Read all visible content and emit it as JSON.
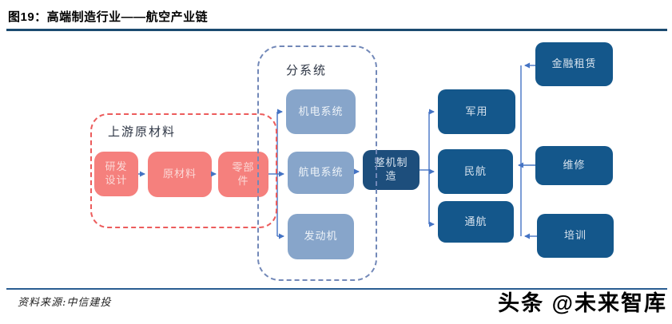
{
  "header": {
    "title": "图19：高端制造行业——航空产业链"
  },
  "diagram": {
    "upstream_group": {
      "label": "上游原材料"
    },
    "subsystem_group": {
      "label": "分系统"
    },
    "nodes": {
      "rd": {
        "lines": [
          "研发",
          "设计"
        ]
      },
      "raw_material": {
        "label": "原材料"
      },
      "parts": {
        "lines": [
          "零部",
          "件"
        ]
      },
      "mech_system": {
        "label": "机电系统"
      },
      "avionics_system": {
        "label": "航电系统"
      },
      "engine": {
        "label": "发动机"
      },
      "assembly": {
        "lines": [
          "整机制",
          "造"
        ]
      },
      "military": {
        "label": "军用"
      },
      "civil_aviation": {
        "label": "民航"
      },
      "general_aviation": {
        "label": "通航"
      },
      "financial_leasing": {
        "label": "金融租赁"
      },
      "maintenance": {
        "label": "维修"
      },
      "training": {
        "label": "培训"
      }
    },
    "colors": {
      "salmon_node": "#f5807d",
      "steel_blue_node": "#87a5ca",
      "dark_blue_node": "#14578b",
      "assembly_node": "#1d4e7c",
      "red_dashed_border": "#ec5c5c",
      "blue_dashed_border": "#7288b8",
      "connector": "#4473c4",
      "title_rule": "#1b4a70",
      "footer_rule": "#2a5d92"
    }
  },
  "footer": {
    "source": "资料来源:中信建投",
    "watermark": "头条 @未来智库"
  }
}
